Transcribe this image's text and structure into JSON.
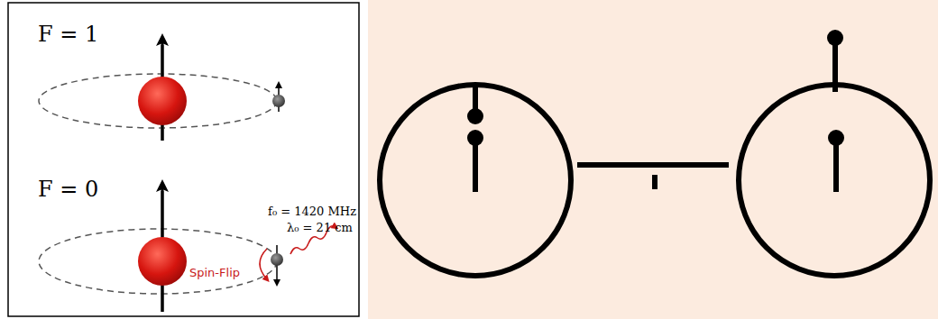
{
  "diagram": {
    "labels": [
      "F = 1",
      "F = 0",
      "f₀ = 1420 MHz",
      "λ₀ = 21 cm",
      "Spin-Flip"
    ]
  }
}
